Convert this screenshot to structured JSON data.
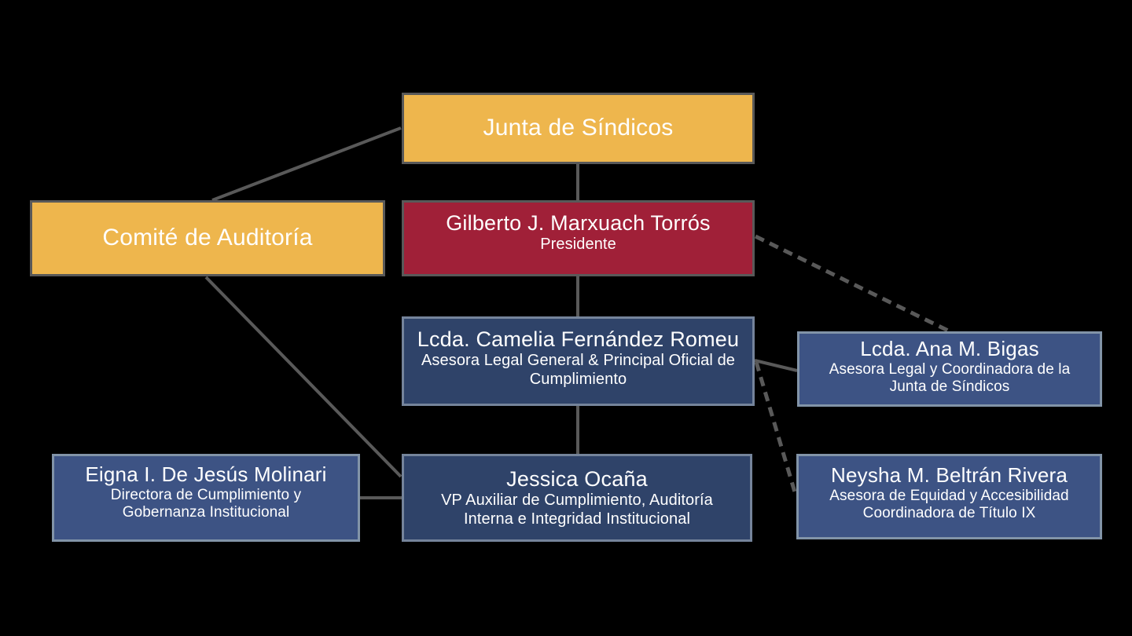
{
  "canvas": {
    "background_color": "#000000",
    "line_color": "#595959",
    "text_color": "#FFFFFF"
  },
  "colors": {
    "gold_box": "#EEB64D",
    "red_box": "#A02038",
    "dark_blue_box": "#2F4369",
    "medium_blue_box": "#3D5384",
    "gray_border": "#595959",
    "blue_border": "#8294A8"
  },
  "nodes": {
    "junta": {
      "title": "Junta de Síndicos"
    },
    "comite": {
      "title": "Comité de Auditoría"
    },
    "presidente": {
      "title": "Gilberto J. Marxuach Torrós",
      "subtitle": "Presidente"
    },
    "camelia": {
      "title": "Lcda. Camelia Fernández Romeu",
      "subtitle": "Asesora Legal General & Principal Oficial de Cumplimiento"
    },
    "ana": {
      "title": "Lcda. Ana M. Bigas",
      "subtitle": "Asesora Legal y Coordinadora de la Junta de Síndicos"
    },
    "eigna": {
      "title": "Eigna I. De Jesús Molinari",
      "subtitle": "Directora de Cumplimiento y Gobernanza Institucional"
    },
    "jessica": {
      "title": "Jessica Ocaña",
      "subtitle": "VP Auxiliar de Cumplimiento, Auditoría Interna e Integridad Institucional"
    },
    "neysha": {
      "title": "Neysha M. Beltrán Rivera",
      "subtitle": "Asesora de Equidad y Accesibilidad",
      "subtitle2": "Coordinadora de Título IX"
    }
  },
  "connections": {
    "solid": [
      "junta-presidente",
      "junta-comite",
      "presidente-camelia",
      "camelia-jessica",
      "comite-jessica",
      "eigna-jessica",
      "camelia-ana"
    ],
    "dashed": [
      "presidente-ana",
      "camelia-neysha"
    ]
  }
}
